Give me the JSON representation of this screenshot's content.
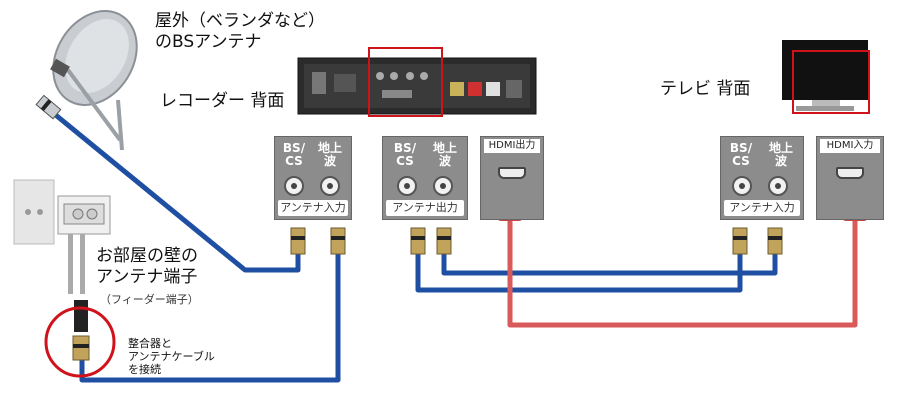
{
  "labels": {
    "dish_line1": "屋外（ベランダなど）",
    "dish_line2": "のBSアンテナ",
    "recorder_back": "レコーダー 背面",
    "tv_back": "テレビ 背面",
    "wall_line1": "お部屋の壁の",
    "wall_line2": "アンテナ端子",
    "feeder": "（フィーダー端子）",
    "splitter_line1": "整合器と",
    "splitter_line2": "アンテナケーブル",
    "splitter_line3": "を接続"
  },
  "panels": {
    "recorder_in": {
      "bs": "BS/\nCS",
      "terr": "地上\n波",
      "foot": "アンテナ入力"
    },
    "recorder_out": {
      "bs": "BS/\nCS",
      "terr": "地上\n波",
      "foot": "アンテナ出力"
    },
    "recorder_hdmi": {
      "head": "HDMI出力"
    },
    "tv_in": {
      "bs": "BS/\nCS",
      "terr": "地上\n波",
      "foot": "アンテナ入力"
    },
    "tv_hdmi": {
      "head": "HDMI入力"
    }
  },
  "colors": {
    "blue_cable": "#1f4fa3",
    "red_cable": "#d85a5a",
    "highlight": "#d0121b",
    "panel_gray": "#8c8c8c"
  },
  "icons": [
    "bs-dish-icon",
    "recorder-device-icon",
    "tv-icon",
    "wall-outlet-icon",
    "f-connector-icon",
    "hdmi-plug-icon"
  ]
}
